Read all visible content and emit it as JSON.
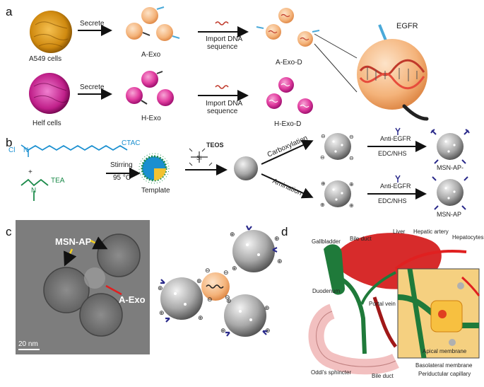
{
  "panels": {
    "a": "a",
    "b": "b",
    "c": "c",
    "d": "d"
  },
  "panel_a": {
    "row1": {
      "cells": "A549 cells",
      "arrow1": "Secrete",
      "exo": "A-Exo",
      "arrow2_line1": "Import DNA",
      "arrow2_line2": "sequence",
      "exo_d": "A-Exo-D"
    },
    "row2": {
      "cells": "Helf cells",
      "arrow1": "Secrete",
      "exo": "H-Exo",
      "arrow2_line1": "Import DNA",
      "arrow2_line2": "sequence",
      "exo_d": "H-Exo-D"
    },
    "zoom_label": "EGFR"
  },
  "panel_b": {
    "ctac_label": "CTAC",
    "ctac_ion": "Cl",
    "ctac_n": "N",
    "tea_label": "TEA",
    "tea_n": "N",
    "plus": "+",
    "step1_line1": "Stirring",
    "step1_line2": "95 °C",
    "template": "Template",
    "teos": "TEOS",
    "si": "Si",
    "carboxylation": "Carboxylation",
    "amination": "Amination",
    "anti_egfr_1": "Anti-EGFR",
    "edc_nhs_1": "EDC/NHS",
    "anti_egfr_2": "Anti-EGFR",
    "edc_nhs_2": "EDC/NHS",
    "product_1": "MSN-AP-",
    "product_2": "MSN-AP"
  },
  "panel_c": {
    "msn_ap": "MSN-AP",
    "a_exo": "A-Exo",
    "scale": "20 nm"
  },
  "panel_d": {
    "gallbladder": "Gallbladder",
    "bile_duct_top": "Bile duct",
    "liver": "Liver",
    "hepatic_artery": "Hepatic artery",
    "hepatocytes": "Hepatocytes",
    "duodenum": "Duodenum",
    "portal_vein": "Portal vein",
    "oddi": "Oddi's sphincter",
    "bile_duct_bottom": "Bile duct",
    "apical": "Apical membrane",
    "basolateral": "Basolateral membrane",
    "periductular": "Periductular capillary"
  },
  "colors": {
    "exo_a": "#f2b27a",
    "exo_h": "#e0399b",
    "msn": "#a6a6a6",
    "antibody": "#2a2a8a",
    "bile": "#1f7a3a",
    "liver": "#d62828"
  }
}
